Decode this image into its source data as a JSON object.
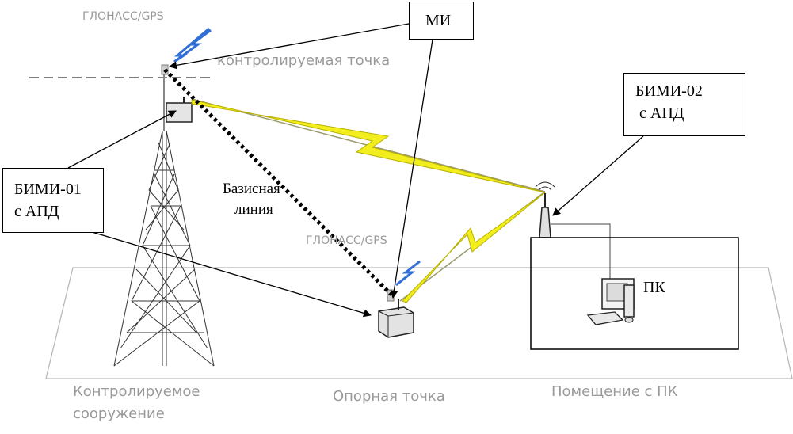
{
  "labels": {
    "glonass_top": "ГЛОНАСС/GPS",
    "glonass_mid": "ГЛОНАСС/GPS",
    "control_point": "контролируемая точка",
    "baseline_line1": "Базисная",
    "baseline_line2": "линия",
    "pc": "ПК",
    "bottom_structure_line1": "Контролируемое",
    "bottom_structure_line2": "сооружение",
    "bottom_reference": "Опорная точка",
    "bottom_room": "Помещение с ПК"
  },
  "boxes": {
    "mi": "МИ",
    "bimi02_line1": "БИМИ-02",
    "bimi02_line2": " с АПД",
    "bimi01_line1": "БИМИ-01",
    "bimi01_line2": "с АПД"
  },
  "colors": {
    "radio_link": "#f2ee1e",
    "gps_signal": "#2f6fd6",
    "dashed_baseline": "#000000"
  },
  "icons": [
    "lattice-tower-icon",
    "gnss-receiver-icon",
    "antenna-icon",
    "computer-icon",
    "lightning-link-icon"
  ]
}
